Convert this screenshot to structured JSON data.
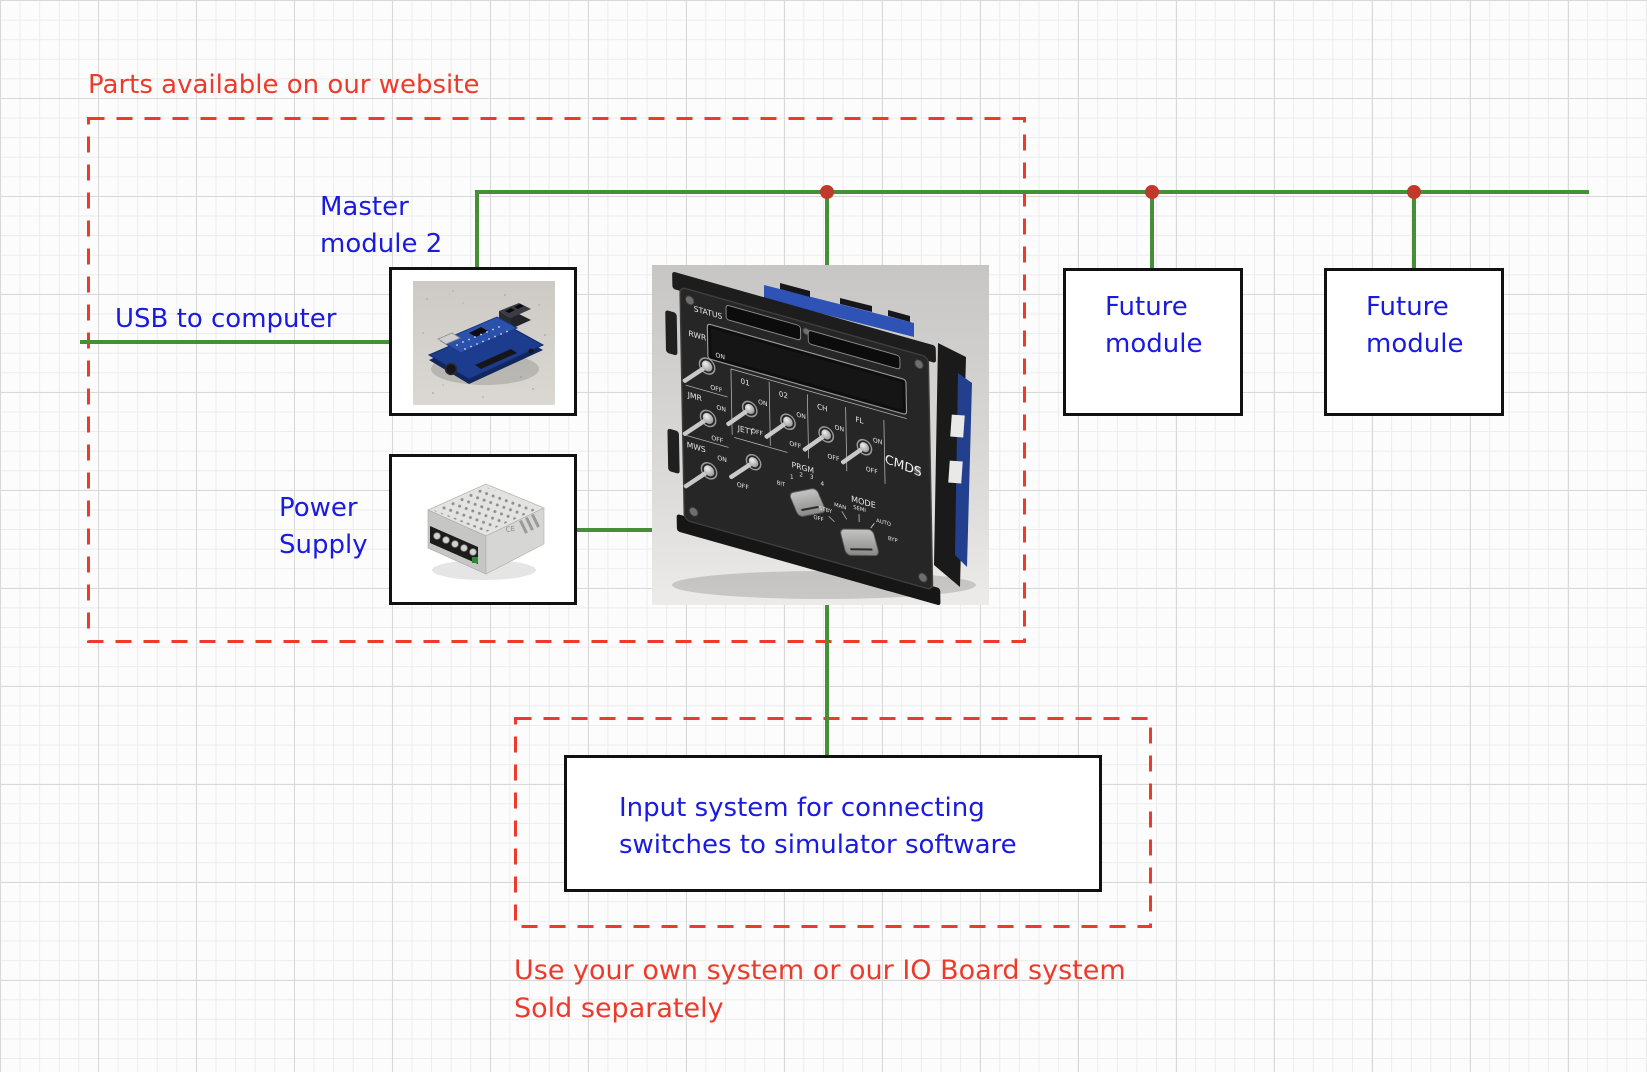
{
  "colors": {
    "annotation_red": "#ed3b2b",
    "annotation_blue": "#1a1ae0",
    "wire_green": "#459036",
    "junction_dot_red": "#c0392b",
    "box_border_black": "#111111"
  },
  "header": {
    "title": "Parts available on our website"
  },
  "labels": {
    "usb": "USB to computer",
    "master_line1": "Master",
    "master_line2": "module 2",
    "power_line1": "Power",
    "power_line2": "Supply",
    "future_line1": "Future",
    "future_line2": "module",
    "input_line1": "Input system for connecting",
    "input_line2": "switches to simulator software"
  },
  "footer": {
    "line1": "Use your own system or our IO Board system",
    "line2": "Sold separately"
  },
  "panel": {
    "labels": {
      "status": "STATUS",
      "rwr": "RWR",
      "jmr": "JMR",
      "mws": "MWS",
      "jett": "JETT",
      "col1": "01",
      "col2": "02",
      "ch": "CH",
      "fl": "FL",
      "on": "ON",
      "off": "OFF",
      "prgm": "PRGM",
      "prgm_positions": [
        "1",
        "2",
        "3",
        "4"
      ],
      "bit": "BIT",
      "mode": "MODE",
      "mode_positions": {
        "off": "OFF",
        "stby": "STBY",
        "man": "MAN",
        "semi": "SEMI",
        "auto": "AUTO",
        "byp": "BYP"
      },
      "cmds": "CMDS"
    }
  }
}
